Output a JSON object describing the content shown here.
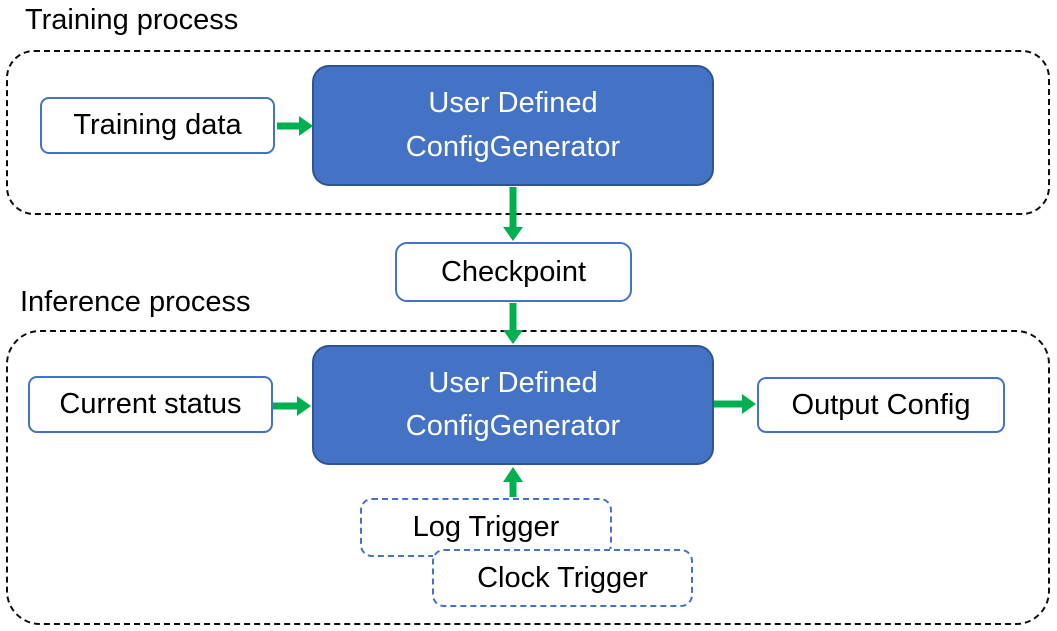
{
  "colors": {
    "generator_fill": "#4472C4",
    "generator_border": "#2F5590",
    "io_box_border": "#4472C4",
    "trigger_box_border": "#4472C4",
    "container_dash": "#0d0d0d",
    "arrow_green": "#00B050",
    "text_dark": "#000000",
    "text_light": "#FFFFFF"
  },
  "training": {
    "section_label": "Training process",
    "input_label": "Training data",
    "generator_label_line1": "User Defined",
    "generator_label_line2": "ConfigGenerator"
  },
  "checkpoint_label": "Checkpoint",
  "inference": {
    "section_label": "Inference process",
    "input_label": "Current status",
    "generator_label_line1": "User Defined",
    "generator_label_line2": "ConfigGenerator",
    "output_label": "Output Config",
    "log_trigger_label": "Log Trigger",
    "clock_trigger_label": "Clock Trigger"
  }
}
